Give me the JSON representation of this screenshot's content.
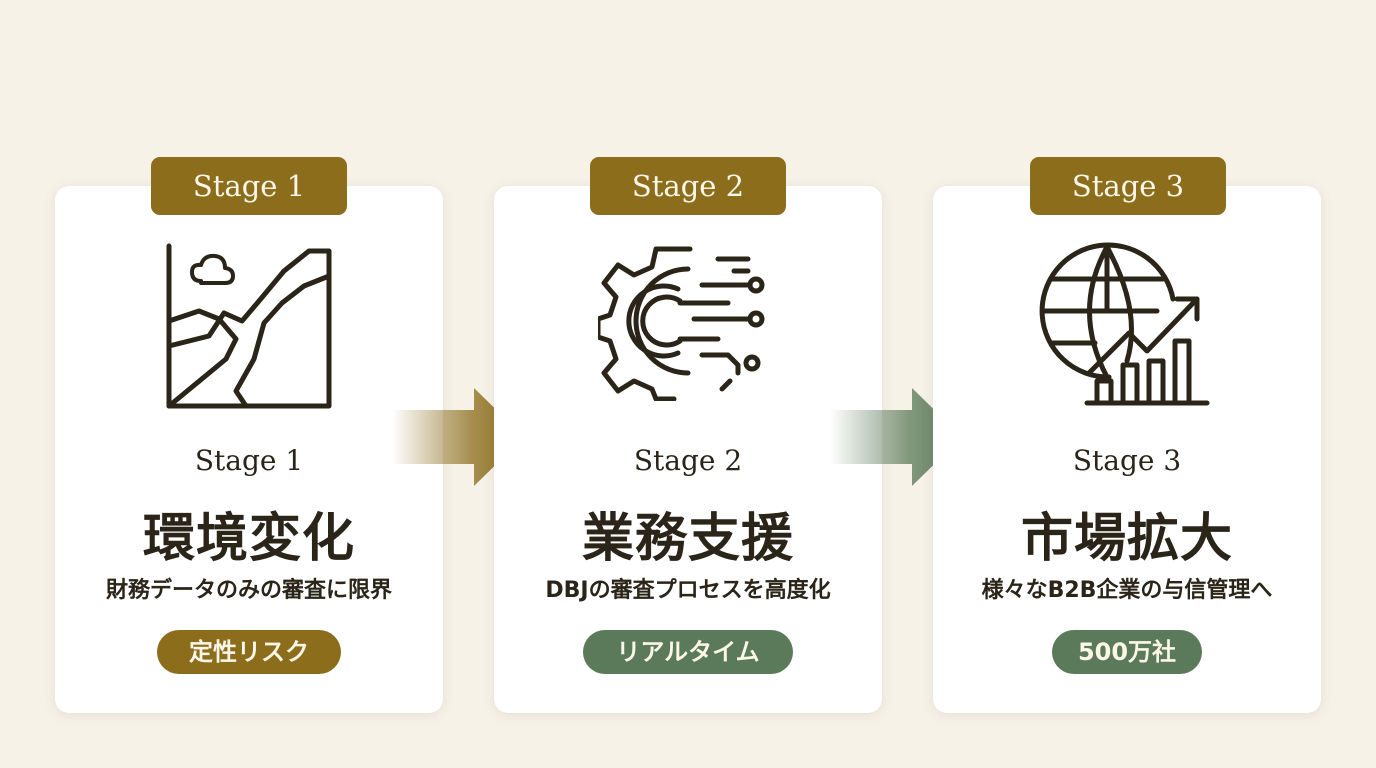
{
  "stages": [
    {
      "tab": "Stage 1",
      "subtitle": "Stage 1",
      "title": "環境変化",
      "description": "財務データのみの審査に限界",
      "badge": "定性リスク",
      "icon": "landscape-icon",
      "badge_color": "#8b6d1c"
    },
    {
      "tab": "Stage 2",
      "subtitle": "Stage 2",
      "title": "業務支援",
      "description": "DBJの審査プロセスを高度化",
      "badge": "リアルタイム",
      "icon": "gear-circuit-icon",
      "badge_color": "#5b7a5a"
    },
    {
      "tab": "Stage 3",
      "subtitle": "Stage 3",
      "title": "市場拡大",
      "description": "様々なB2B企業の与信管理へ",
      "badge": "500万社",
      "icon": "globe-growth-icon",
      "badge_color": "#5b7a5a"
    }
  ],
  "colors": {
    "background": "#f6f2e8",
    "gold": "#8b6d1c",
    "green": "#5b7a5a",
    "ink": "#2b2418"
  }
}
